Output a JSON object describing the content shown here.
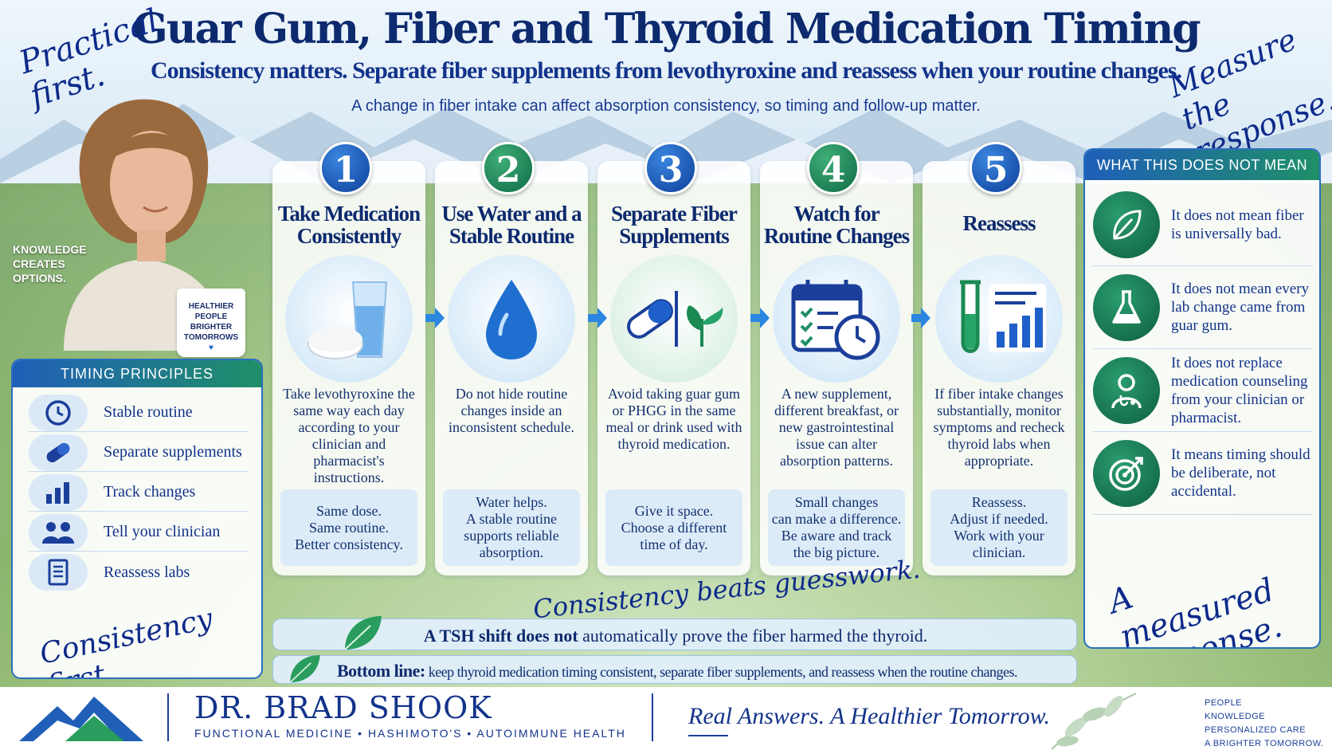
{
  "header": {
    "title": "Guar Gum, Fiber and Thyroid Medication Timing",
    "subtitle": "Consistency matters. Separate fiber supplements from levothyroxine and reassess when your routine changes.",
    "intro": "A change in fiber intake can affect absorption consistency, so timing and follow-up matter."
  },
  "scripts": {
    "top_left": "Practical first.",
    "top_right": "Measure the response.",
    "timing_bottom": "Consistency first.",
    "center": "Consistency beats guesswork.",
    "right_bottom": "A measured response."
  },
  "photo": {
    "overlay": [
      "KNOWLEDGE",
      "CREATES",
      "OPTIONS."
    ],
    "mug": [
      "HEALTHIER",
      "PEOPLE",
      "BRIGHTER",
      "TOMORROWS"
    ]
  },
  "timing_principles": {
    "heading": "TIMING PRINCIPLES",
    "items": [
      {
        "label": "Stable routine",
        "icon": "clock-icon"
      },
      {
        "label": "Separate supplements",
        "icon": "capsule-icon"
      },
      {
        "label": "Track changes",
        "icon": "bar-chart-icon"
      },
      {
        "label": "Tell your clinician",
        "icon": "people-icon"
      },
      {
        "label": "Reassess labs",
        "icon": "document-icon"
      }
    ]
  },
  "steps": [
    {
      "number": "1",
      "title": "Take Medication Consistently",
      "icon": "pill-and-water-glass-icon",
      "body": "Take levothyroxine the same way each day according to your clinician and pharmacist's instructions.",
      "foot": [
        "Same dose.",
        "Same routine.",
        "Better consistency."
      ]
    },
    {
      "number": "2",
      "title": "Use Water and a Stable Routine",
      "icon": "water-drop-icon",
      "body": "Do not hide routine changes inside an inconsistent schedule.",
      "foot": [
        "Water helps.",
        "A stable routine",
        "supports reliable",
        "absorption."
      ]
    },
    {
      "number": "3",
      "title": "Separate Fiber Supplements",
      "icon": "capsule-and-leaf-icon",
      "body": "Avoid taking guar gum or PHGG in the same meal or drink used with thyroid medication.",
      "foot": [
        "Give it space.",
        "Choose a different",
        "time of day."
      ]
    },
    {
      "number": "4",
      "title": "Watch for Routine Changes",
      "icon": "calendar-clock-icon",
      "body": "A new supplement, different breakfast, or new gastrointestinal issue can alter absorption patterns.",
      "foot": [
        "Small changes",
        "can make a difference.",
        "Be aware and track",
        "the big picture."
      ]
    },
    {
      "number": "5",
      "title": "Reassess",
      "icon": "test-tube-chart-icon",
      "body": "If fiber intake changes substantially, monitor symptoms and recheck thyroid labs when appropriate.",
      "foot": [
        "Reassess.",
        "Adjust if needed.",
        "Work with your",
        "clinician."
      ]
    }
  ],
  "not_mean": {
    "heading": "WHAT THIS DOES NOT MEAN",
    "items": [
      {
        "text": "It does not mean fiber is universally bad.",
        "icon": "leaf-icon"
      },
      {
        "text": "It does not mean every lab change came from guar gum.",
        "icon": "flask-icon"
      },
      {
        "text": "It does not replace medication counseling from your clinician or pharmacist.",
        "icon": "doctor-icon"
      },
      {
        "text": "It means timing should be deliberate, not accidental.",
        "icon": "target-icon"
      }
    ]
  },
  "bands": {
    "tsh_bold": "A TSH shift does not",
    "tsh_rest": " automatically prove the fiber harmed the thyroid.",
    "bottom_bold": "Bottom line:",
    "bottom_rest": " keep thyroid medication timing consistent, separate fiber supplements, and reassess when the routine changes."
  },
  "footer": {
    "brand": "DR. BRAD SHOOK",
    "brand_sub": "FUNCTIONAL MEDICINE • HASHIMOTO'S • AUTOIMMUNE HEALTH",
    "tagline": "Real Answers. A Healthier Tomorrow.",
    "right_lines": [
      "PEOPLE",
      "KNOWLEDGE",
      "PERSONALIZED CARE",
      "A BRIGHTER TOMORROW."
    ]
  },
  "colors": {
    "navy": "#0d2a6e",
    "blue": "#1f5fb8",
    "green": "#1f8f68"
  }
}
